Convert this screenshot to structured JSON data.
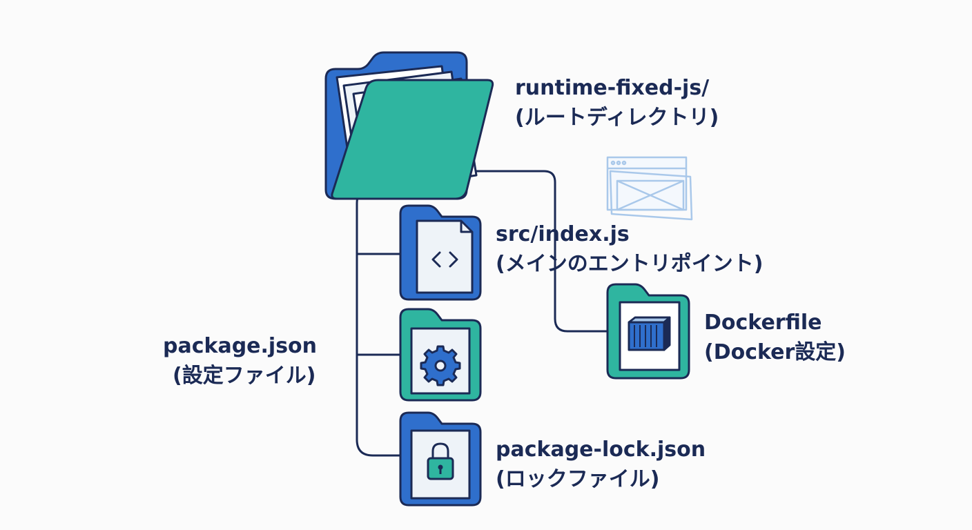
{
  "colors": {
    "ink": "#1b2a55",
    "blue": "#2f6fcc",
    "teal": "#2fb5a0",
    "paper": "#eef3f8",
    "light_blue": "#a9c8ea"
  },
  "nodes": {
    "root": {
      "name": "runtime-fixed-js/",
      "desc": "(ルートディレクトリ)",
      "icon": "open-folder-icon"
    },
    "index": {
      "name": "src/index.js",
      "desc": "(メインのエントリポイント)",
      "icon": "code-file-icon"
    },
    "dockerfile": {
      "name": "Dockerfile",
      "desc": "(Docker設定)",
      "icon": "container-icon"
    },
    "package": {
      "name": "package.json",
      "desc": "(設定ファイル)",
      "icon": "gear-icon"
    },
    "lock": {
      "name": "package-lock.json",
      "desc": "(ロックファイル)",
      "icon": "lock-icon"
    }
  },
  "decor": {
    "icon": "browser-window-icon"
  }
}
